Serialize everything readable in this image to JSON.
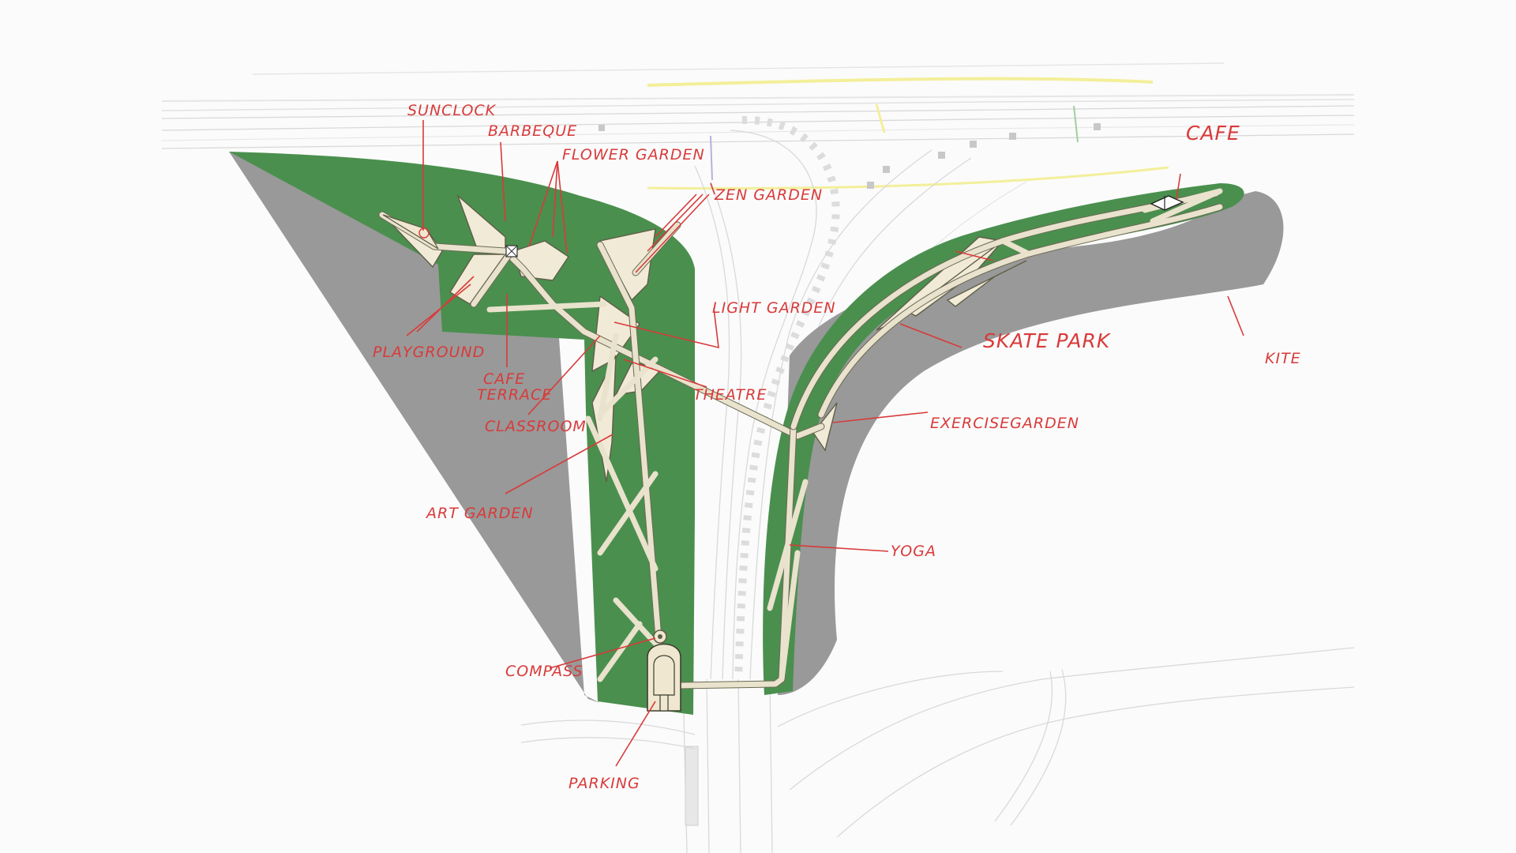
{
  "colors": {
    "park_green": "#4a8f4e",
    "shadow_gray": "#999999",
    "path_cream": "#e9e2cc",
    "label_red": "#d93a3a",
    "road_gray": "#d9d9d9",
    "highway_yellow": "#f3ef9a"
  },
  "labels": {
    "sunclock": "SUNCLOCK",
    "barbeque": "BARBEQUE",
    "flower_garden": "FLOWER GARDEN",
    "zen_garden": "ZEN GARDEN",
    "cafe_top": "CAFE",
    "light_garden": "LIGHT GARDEN",
    "skate_park": "SKATE PARK",
    "kite": "KITE",
    "playground": "PLAYGROUND",
    "cafe_terrace_1": "CAFE",
    "cafe_terrace_2": "TERRACE",
    "theatre": "THEATRE",
    "classroom": "CLASSROOM",
    "exercise_garden": "EXERCISEGARDEN",
    "art_garden": "ART GARDEN",
    "yoga": "YOGA",
    "compass": "COMPASS",
    "parking": "PARKING"
  },
  "icons": [
    "sunclock-marker-icon",
    "pavilion-icon",
    "compass-icon",
    "parking-building-icon"
  ]
}
